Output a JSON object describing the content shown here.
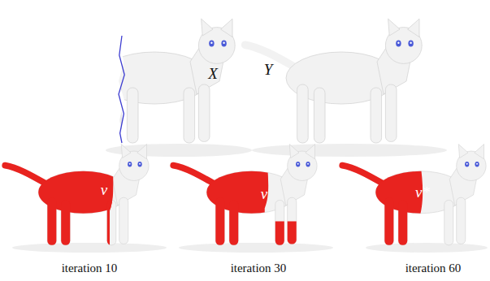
{
  "diagram": {
    "labels": [
      "X",
      "Y",
      "v",
      "v",
      "v*",
      "iteration 10",
      "iteration 30",
      "iteration 60"
    ]
  }
}
